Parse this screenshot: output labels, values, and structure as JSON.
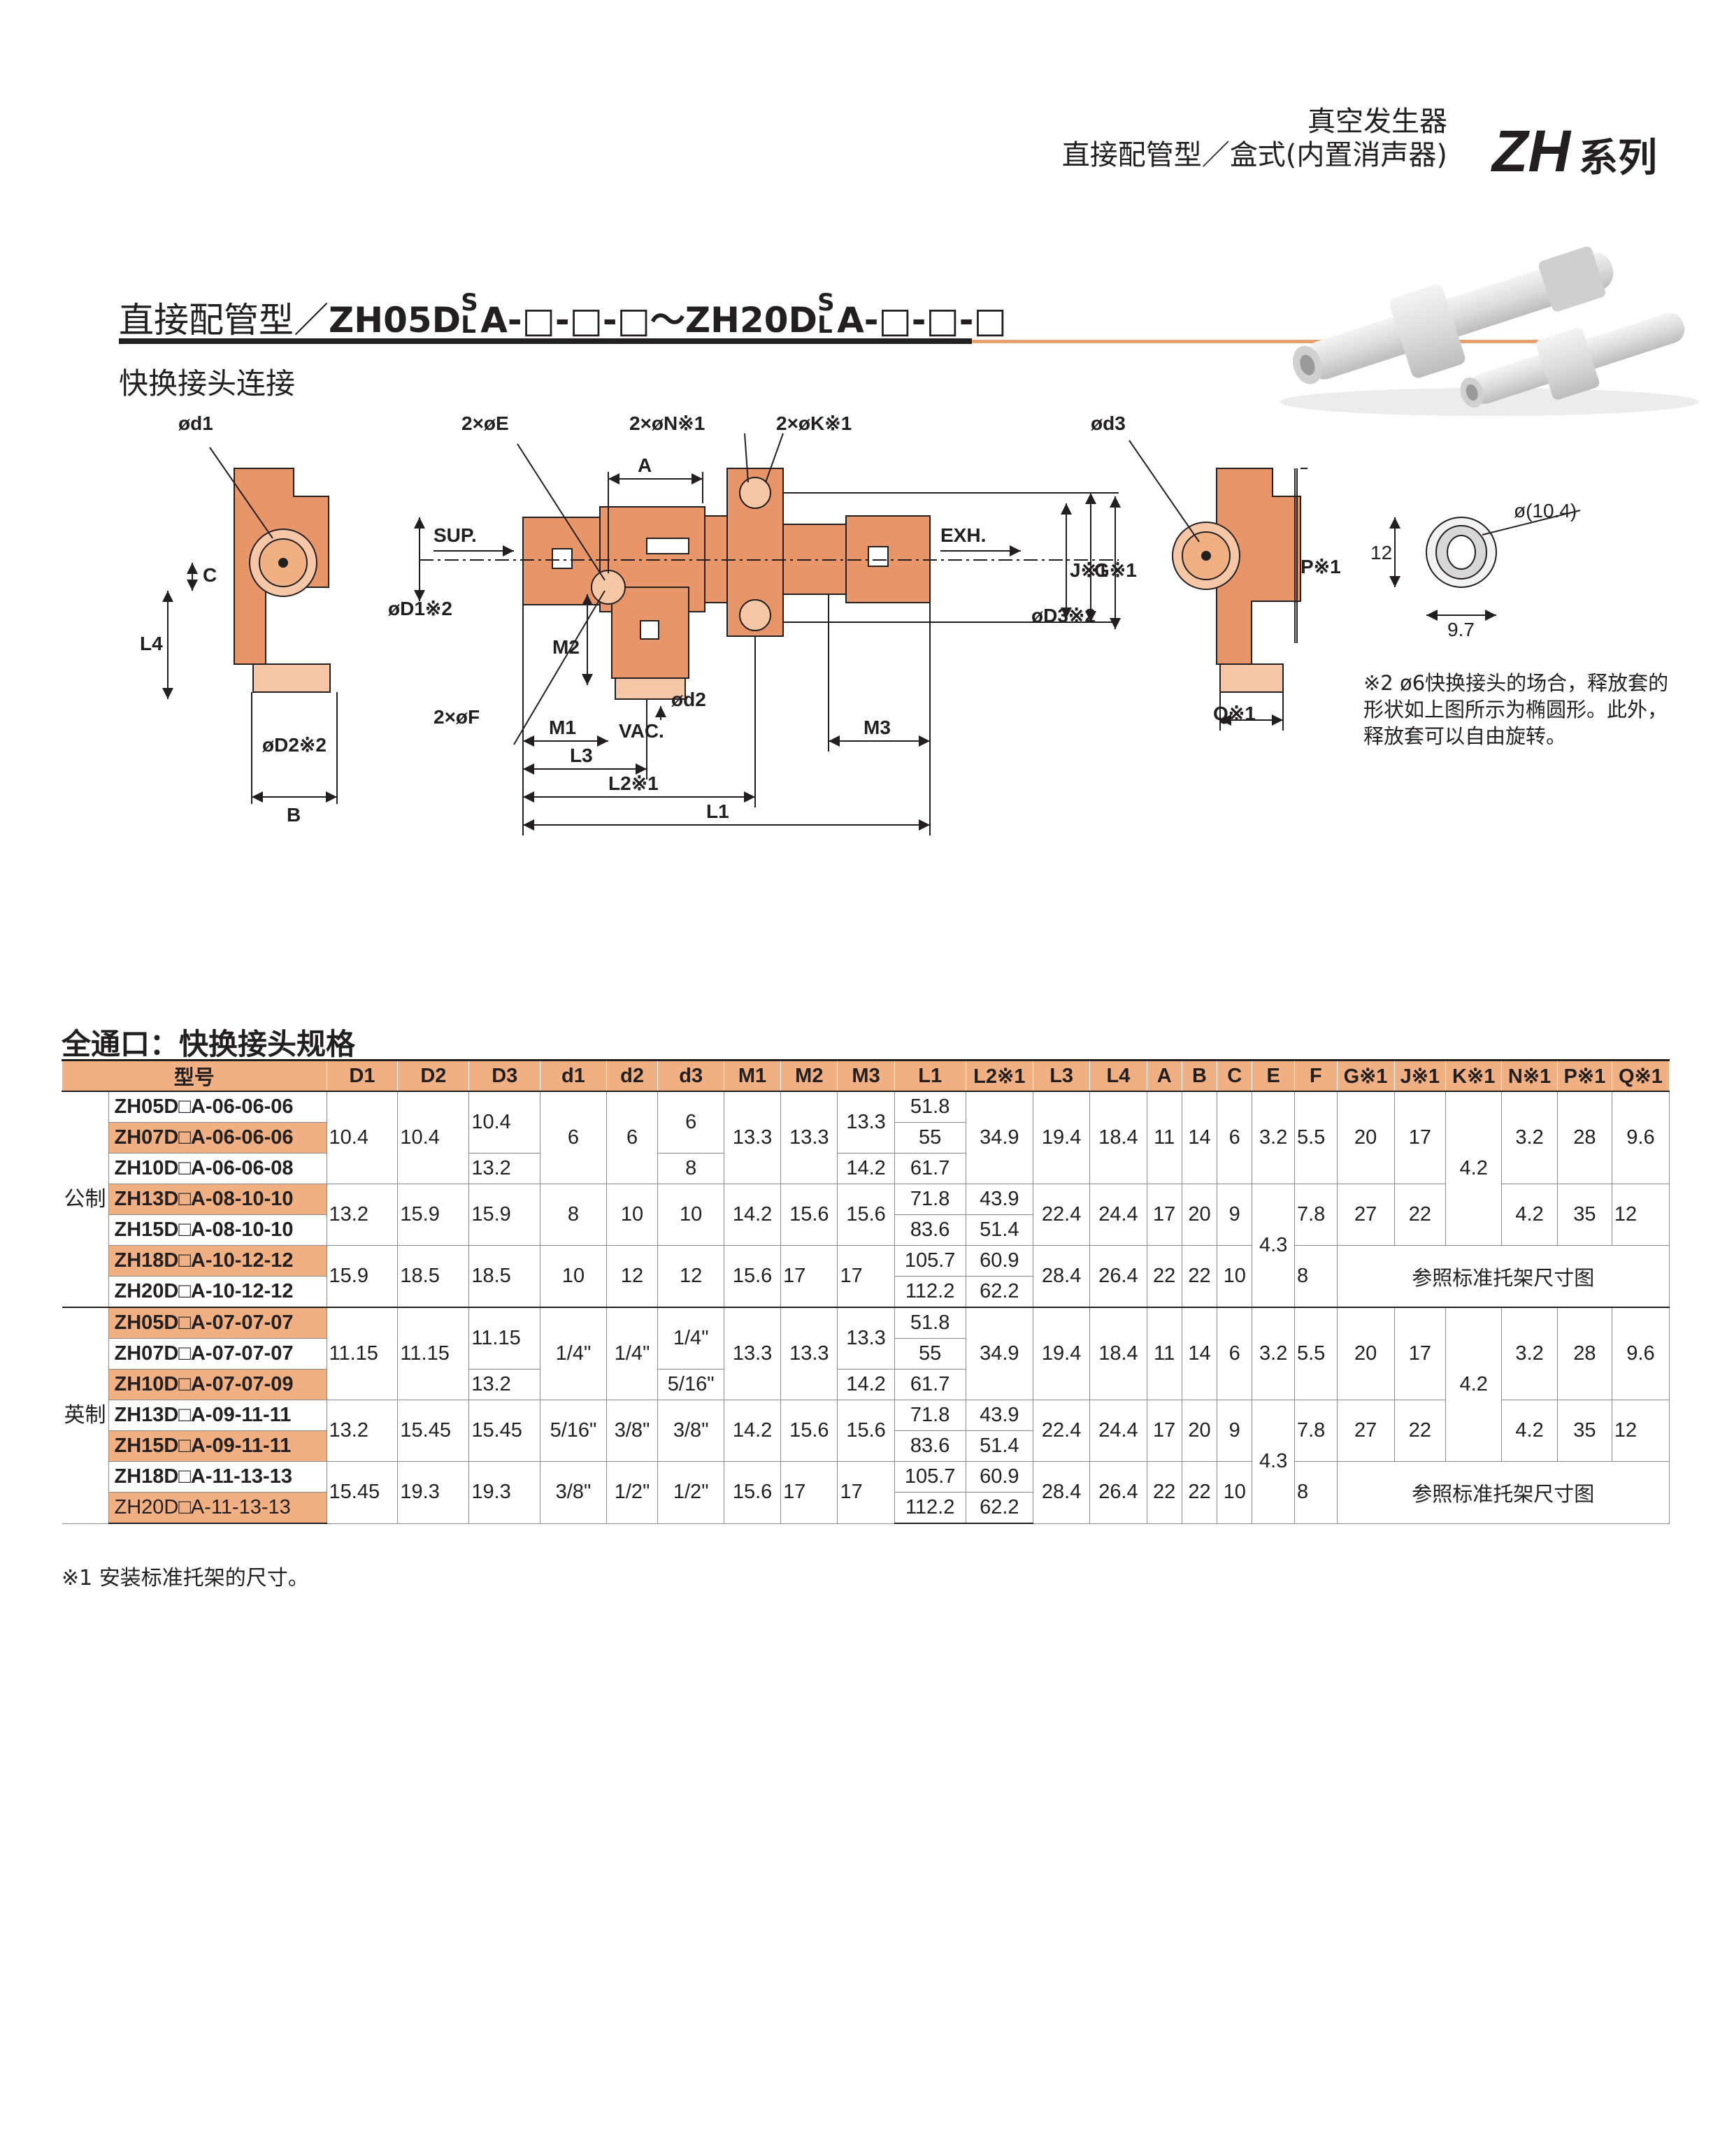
{
  "header": {
    "line1": "真空发生器",
    "line2": "直接配管型／盒式(内置消声器)",
    "series_code": "ZH",
    "series_word": "系列"
  },
  "section": {
    "title_prefix": "直接配管型／",
    "title_model": "ZH05D",
    "title_sl_top": "S",
    "title_sl_bot": "L",
    "title_tail1": "A-□-□-□～ZH20D",
    "title_tail2": "A-□-□-□",
    "subtitle": "快换接头连接"
  },
  "drawing_labels": {
    "d1": "ød1",
    "D2": "øD2※2",
    "B": "B",
    "C": "C",
    "L4": "L4",
    "E": "2×øE",
    "N": "2×øN※1",
    "K": "2×øK※1",
    "A": "A",
    "SUP": "SUP.",
    "EXH": "EXH.",
    "D1": "øD1※2",
    "D3": "øD3※2",
    "J": "J※1",
    "G": "G※1",
    "M2": "M2",
    "F": "2×øF",
    "d2": "ød2",
    "VAC": "VAC.",
    "M1": "M1",
    "L3": "L3",
    "L2": "L2※1",
    "M3": "M3",
    "L1": "L1",
    "d3": "ød3",
    "P": "P※1",
    "Q": "Q※1",
    "dim12": "12",
    "dim104": "ø(10.4)",
    "dim97": "9.7"
  },
  "note_right": "※2 ø6快换接头的场合，释放套的形状如上图所示为椭圆形。此外，释放套可以自由旋转。",
  "table": {
    "title": "全通口：快换接头规格",
    "group_metric": "公制",
    "group_inch": "英制",
    "headers": [
      "型号",
      "D1",
      "D2",
      "D3",
      "d1",
      "d2",
      "d3",
      "M1",
      "M2",
      "M3",
      "L1",
      "L2※1",
      "L3",
      "L4",
      "A",
      "B",
      "C",
      "E",
      "F",
      "G※1",
      "J※1",
      "K※1",
      "N※1",
      "P※1",
      "Q※1"
    ],
    "bracket_note": "参照标准托架尺寸图",
    "models": [
      "ZH05D□A-06-06-06",
      "ZH07D□A-06-06-06",
      "ZH10D□A-06-06-08",
      "ZH13D□A-08-10-10",
      "ZH15D□A-08-10-10",
      "ZH18D□A-10-12-12",
      "ZH20D□A-10-12-12",
      "ZH05D□A-07-07-07",
      "ZH07D□A-07-07-07",
      "ZH10D□A-07-07-09",
      "ZH13D□A-09-11-11",
      "ZH15D□A-09-11-11",
      "ZH18D□A-11-13-13",
      "ZH20D□A-11-13-13"
    ],
    "v": {
      "m_D1a": "10.4",
      "m_D2a": "10.4",
      "m_D3a": "10.4",
      "m_D3b": "13.2",
      "m_d1a": "6",
      "m_d2a": "6",
      "m_d3a": "6",
      "m_d3b": "8",
      "m_M1a": "13.3",
      "m_M2a": "13.3",
      "m_M3a": "13.3",
      "m_M3b": "14.2",
      "m_L1_1": "51.8",
      "m_L1_2": "55",
      "m_L1_3": "61.7",
      "m_L2a": "34.9",
      "m_L3a": "19.4",
      "m_L4a": "18.4",
      "m_Aa": "11",
      "m_Ba": "14",
      "m_Ca": "6",
      "m_Ea": "3.2",
      "m_Fa": "5.5",
      "m_Ga": "20",
      "m_Ja": "17",
      "m_K": "4.2",
      "m_Na": "3.2",
      "m_Pa": "28",
      "m_Qa": "9.6",
      "m_D1b": "13.2",
      "m_D2b": "15.9",
      "m_D3c": "15.9",
      "m_d1b": "8",
      "m_d2b": "10",
      "m_d3c": "10",
      "m_M1b": "14.2",
      "m_M2b": "15.6",
      "m_M3c": "15.6",
      "m_L1_4": "71.8",
      "m_L1_5": "83.6",
      "m_L2_4": "43.9",
      "m_L2_5": "51.4",
      "m_L3b": "22.4",
      "m_L4b": "24.4",
      "m_Ab": "17",
      "m_Bb": "20",
      "m_Cb": "9",
      "m_Eb": "4.3",
      "m_Fb": "7.8",
      "m_Gb": "27",
      "m_Jb": "22",
      "m_Nb": "4.2",
      "m_Pb": "35",
      "m_Qb": "12",
      "m_D1c": "15.9",
      "m_D2c": "18.5",
      "m_D3d": "18.5",
      "m_d1c": "10",
      "m_d2c": "12",
      "m_d3d": "12",
      "m_M1c": "15.6",
      "m_M2c": "17",
      "m_M3d": "17",
      "m_L1_6": "105.7",
      "m_L1_7": "112.2",
      "m_L2_6": "60.9",
      "m_L2_7": "62.2",
      "m_L3c": "28.4",
      "m_L4c": "26.4",
      "m_Ac": "22",
      "m_Bc": "22",
      "m_Cc": "10",
      "m_Fc": "8",
      "i_D1a": "11.15",
      "i_D2a": "11.15",
      "i_D3a": "11.15",
      "i_D3b": "13.2",
      "i_d1a": "1/4\"",
      "i_d2a": "1/4\"",
      "i_d3a": "1/4\"",
      "i_d3b": "5/16\"",
      "i_M1a": "13.3",
      "i_M2a": "13.3",
      "i_M3a": "13.3",
      "i_M3b": "14.2",
      "i_L1_1": "51.8",
      "i_L1_2": "55",
      "i_L1_3": "61.7",
      "i_L2a": "34.9",
      "i_L3a": "19.4",
      "i_L4a": "18.4",
      "i_Aa": "11",
      "i_Ba": "14",
      "i_Ca": "6",
      "i_Ea": "3.2",
      "i_Fa": "5.5",
      "i_Ga": "20",
      "i_Ja": "17",
      "i_K": "4.2",
      "i_Na": "3.2",
      "i_Pa": "28",
      "i_Qa": "9.6",
      "i_D1b": "13.2",
      "i_D2b": "15.45",
      "i_D3c": "15.45",
      "i_d1b": "5/16\"",
      "i_d2b": "3/8\"",
      "i_d3c": "3/8\"",
      "i_M1b": "14.2",
      "i_M2b": "15.6",
      "i_M3c": "15.6",
      "i_L1_4": "71.8",
      "i_L1_5": "83.6",
      "i_L2_4": "43.9",
      "i_L2_5": "51.4",
      "i_L3b": "22.4",
      "i_L4b": "24.4",
      "i_Ab": "17",
      "i_Bb": "20",
      "i_Cb": "9",
      "i_Eb": "4.3",
      "i_Fb": "7.8",
      "i_Gb": "27",
      "i_Jb": "22",
      "i_Nb": "4.2",
      "i_Pb": "35",
      "i_Qb": "12",
      "i_D1c": "15.45",
      "i_D2c": "19.3",
      "i_D3d": "19.3",
      "i_d1c": "3/8\"",
      "i_d2c": "1/2\"",
      "i_d3d": "1/2\"",
      "i_M1c": "15.6",
      "i_M2c": "17",
      "i_M3d": "17",
      "i_L1_6": "105.7",
      "i_L1_7": "112.2",
      "i_L2_6": "60.9",
      "i_L2_7": "62.2",
      "i_L3c": "28.4",
      "i_L4c": "26.4",
      "i_Ac": "22",
      "i_Bc": "22",
      "i_Cc": "10",
      "i_Fc": "8"
    }
  },
  "footnote": "※1 安装标准托架的尺寸。"
}
